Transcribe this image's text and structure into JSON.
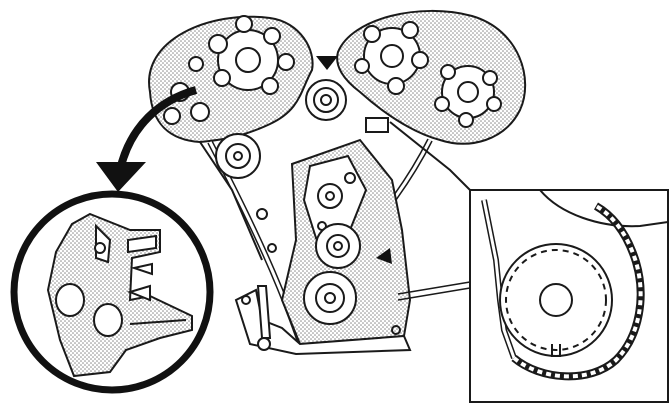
{
  "diagram": {
    "kind": "engine timing belt illustration",
    "has_text": false,
    "callouts": [
      "left-detail-circle",
      "right-detail-box"
    ],
    "colors": {
      "ink": "#1a1a1a",
      "hatch": "#9a9a9a",
      "paper": "#ffffff"
    }
  }
}
